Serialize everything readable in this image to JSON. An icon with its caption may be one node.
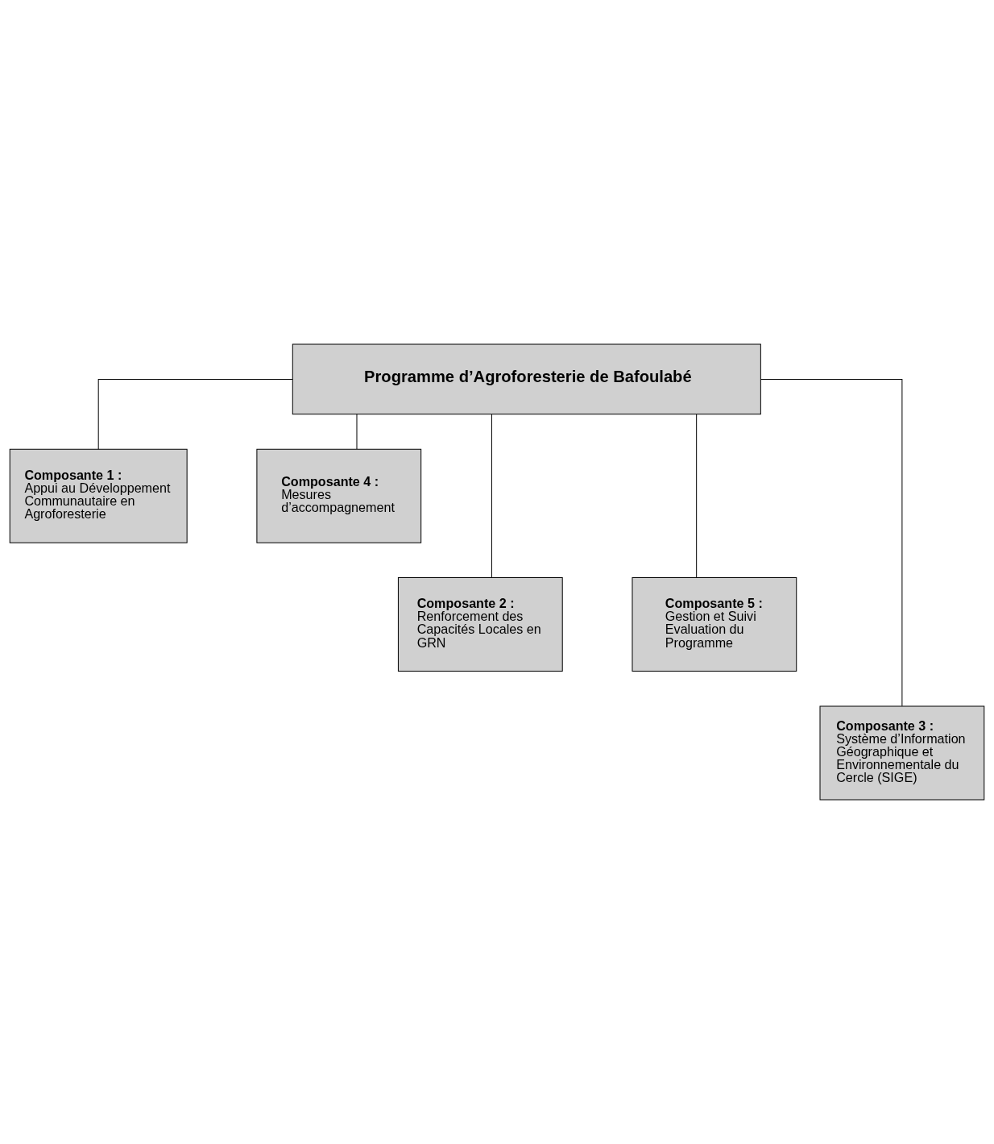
{
  "diagram": {
    "nodes": [
      {
        "text": [
          "Programme d’Agroforesterie de Bafoulabé"
        ]
      },
      {
        "text": [
          "Composante 1 :",
          "Appui au Développement Communautaire en Agroforesterie"
        ]
      },
      {
        "text": [
          "Composante 4 :",
          "Mesures d’accompagnement"
        ]
      },
      {
        "text": [
          "Composante 2 :",
          "Renforcement des Capacités Locales en GRN"
        ]
      },
      {
        "text": [
          "Composante 5 :",
          "Gestion et Suivi Evaluation du Programme"
        ]
      },
      {
        "text": [
          "Composante 3 :",
          "Système d’Information Géographique et Environnementale du Cercle (SIGE)"
        ]
      }
    ],
    "edges": [
      {
        "from": 0,
        "to": 1,
        "arrow": "none"
      },
      {
        "from": 0,
        "to": 2,
        "arrow": "none"
      },
      {
        "from": 0,
        "to": 3,
        "arrow": "none"
      },
      {
        "from": 0,
        "to": 4,
        "arrow": "none"
      },
      {
        "from": 0,
        "to": 5,
        "arrow": "none"
      }
    ]
  }
}
